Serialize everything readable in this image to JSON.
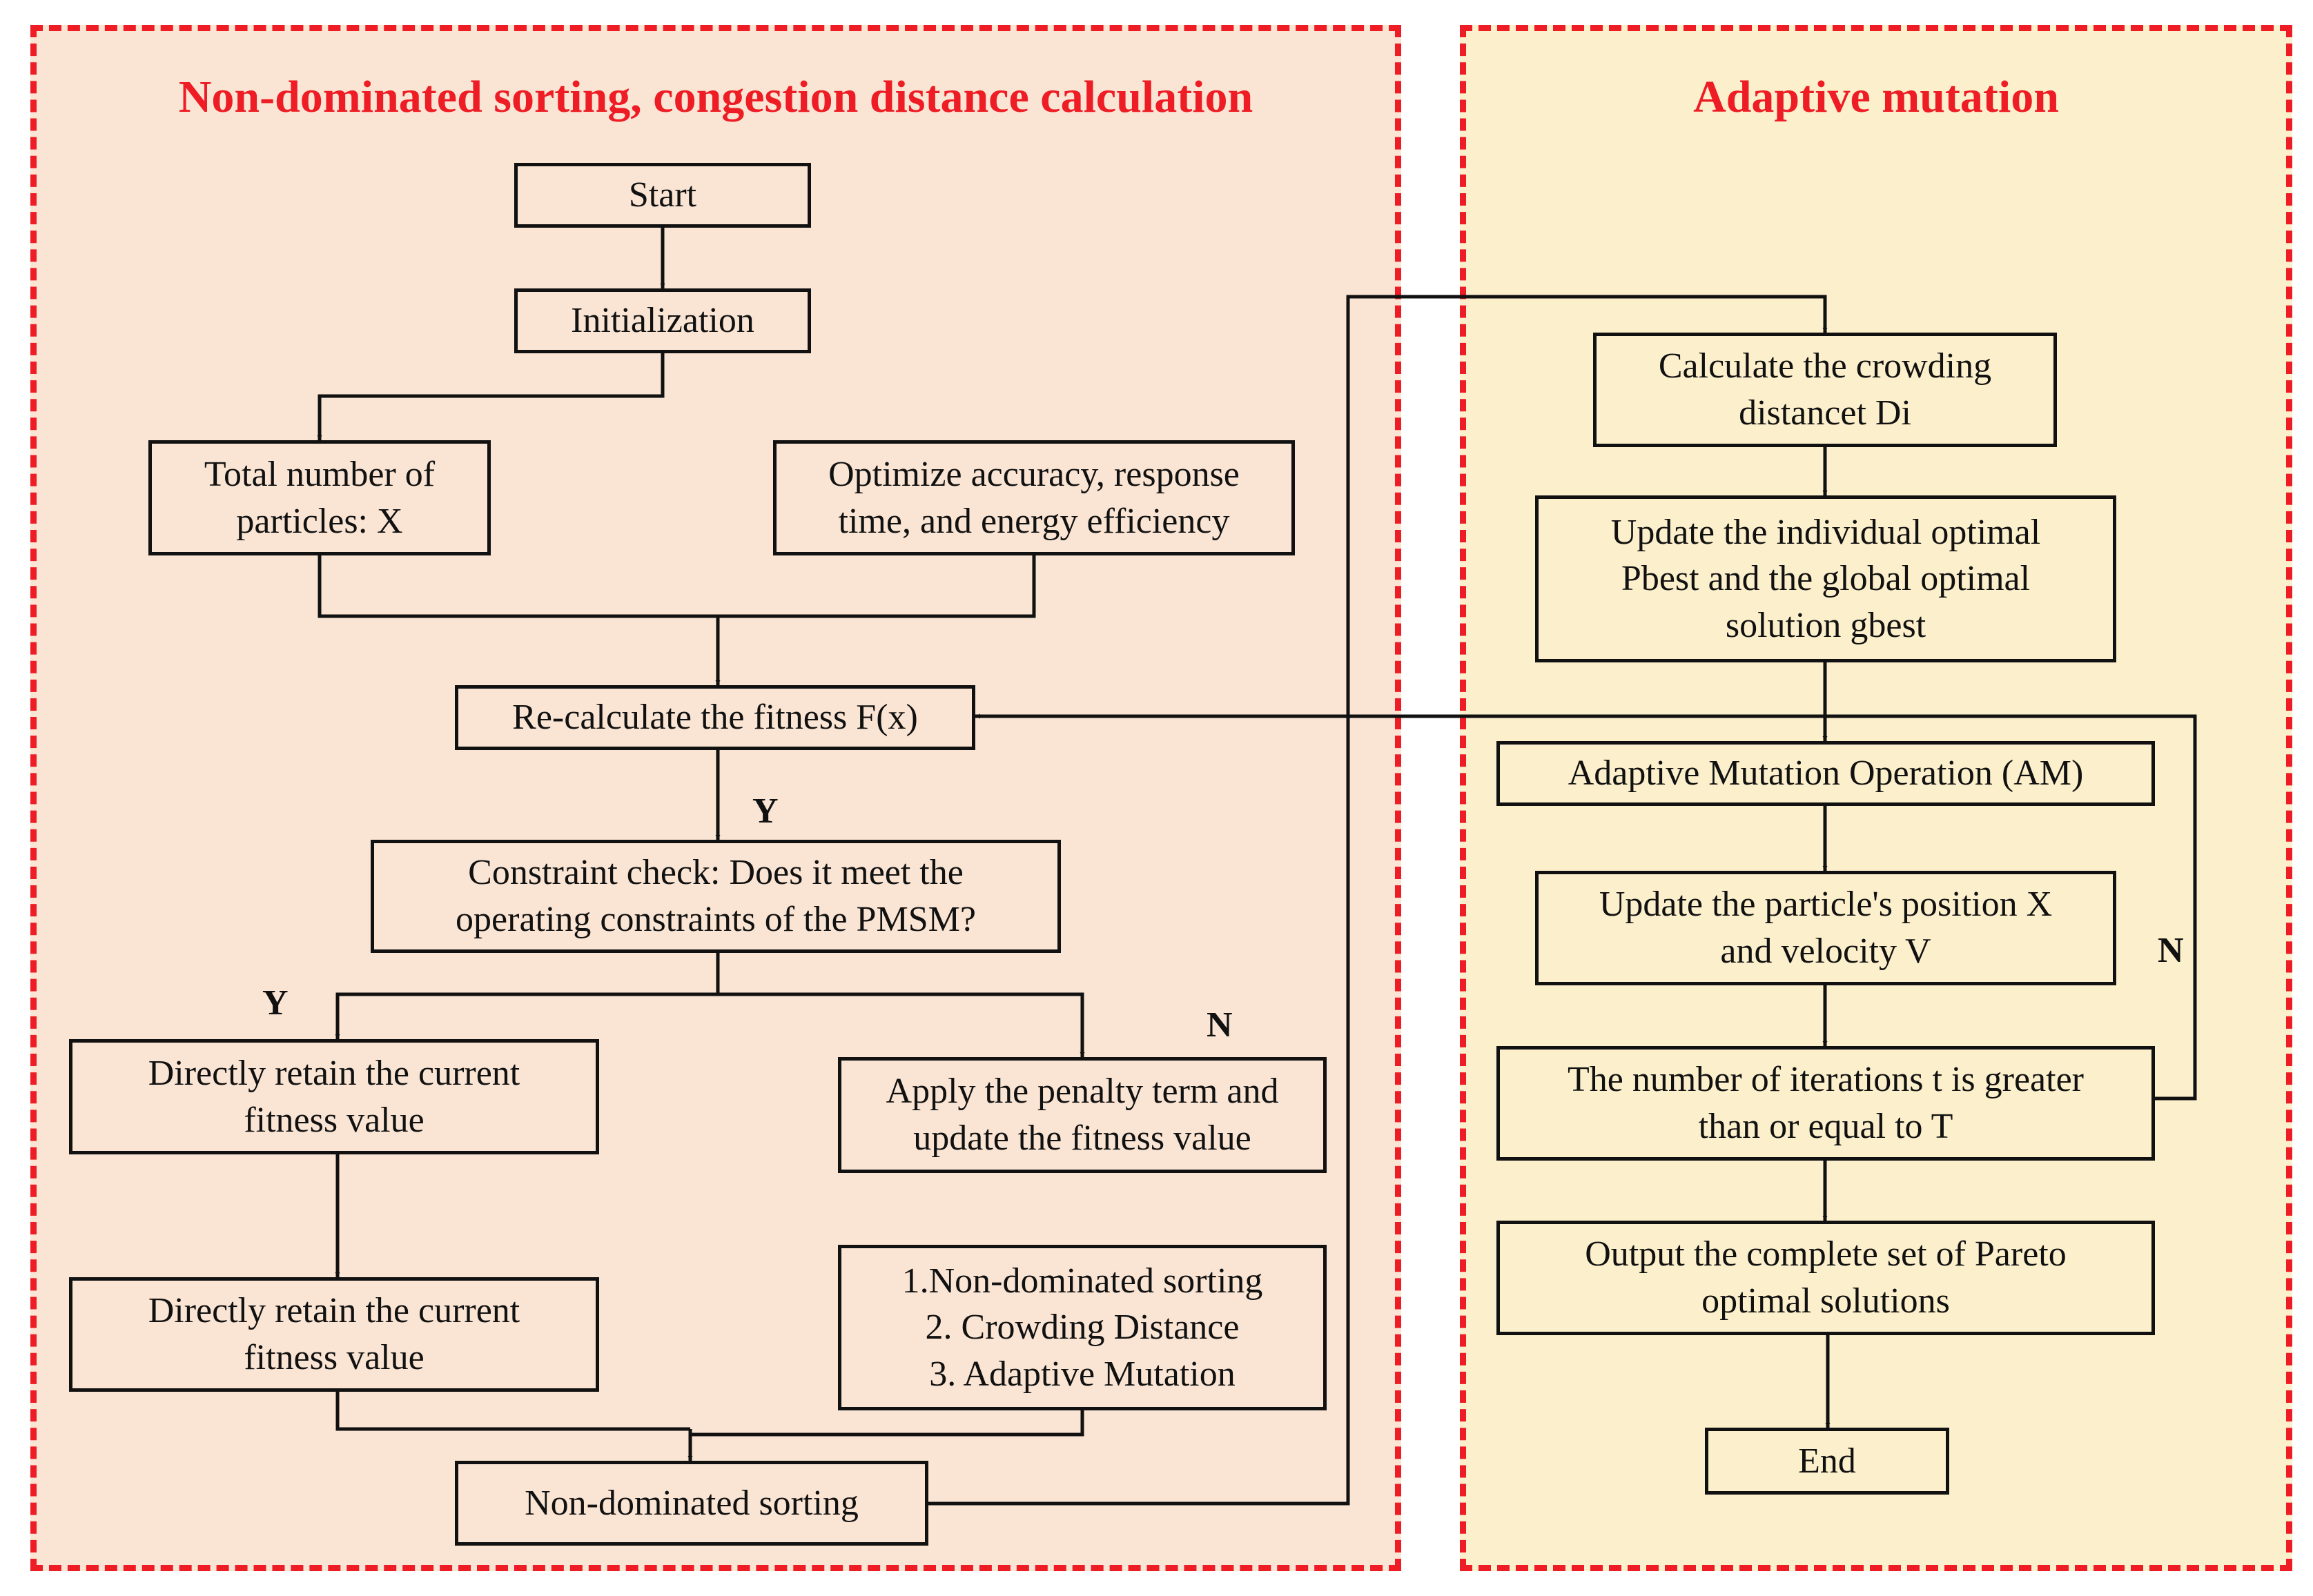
{
  "panels": {
    "left_title": "Non-dominated sorting, congestion distance calculation",
    "right_title": "Adaptive mutation"
  },
  "nodes": {
    "start": "Start",
    "init": "Initialization",
    "particles": [
      "Total number of",
      "particles: X"
    ],
    "optimize": [
      "Optimize accuracy, response",
      "time, and energy efficiency"
    ],
    "recalc": "Re-calculate the fitness F(x)",
    "constraint": [
      "Constraint check: Does it meet the",
      "operating constraints of the PMSM?"
    ],
    "retain1": [
      "Directly retain the current",
      "fitness value"
    ],
    "penalty": [
      "Apply the penalty term and",
      "update the fitness value"
    ],
    "retain2": [
      "Directly retain the current",
      "fitness value"
    ],
    "steps": [
      "1.Non-dominated sorting",
      "2. Crowding Distance",
      "3. Adaptive Mutation"
    ],
    "nds": "Non-dominated sorting",
    "crowding": [
      "Calculate the crowding",
      "distancet Di"
    ],
    "update_best": [
      "Update the individual optimal",
      "Pbest and the global optimal",
      "solution gbest"
    ],
    "am": "Adaptive Mutation Operation (AM)",
    "update_pos": [
      "Update the particle's position X",
      "and velocity V"
    ],
    "iter": [
      "The number of iterations t is greater",
      "than or equal to T"
    ],
    "output": [
      "Output the complete set of Pareto",
      "optimal solutions"
    ],
    "end": "End"
  },
  "labels": {
    "y_recalc": "Y",
    "y_left": "Y",
    "n_right": "N",
    "n_loop": "N"
  }
}
